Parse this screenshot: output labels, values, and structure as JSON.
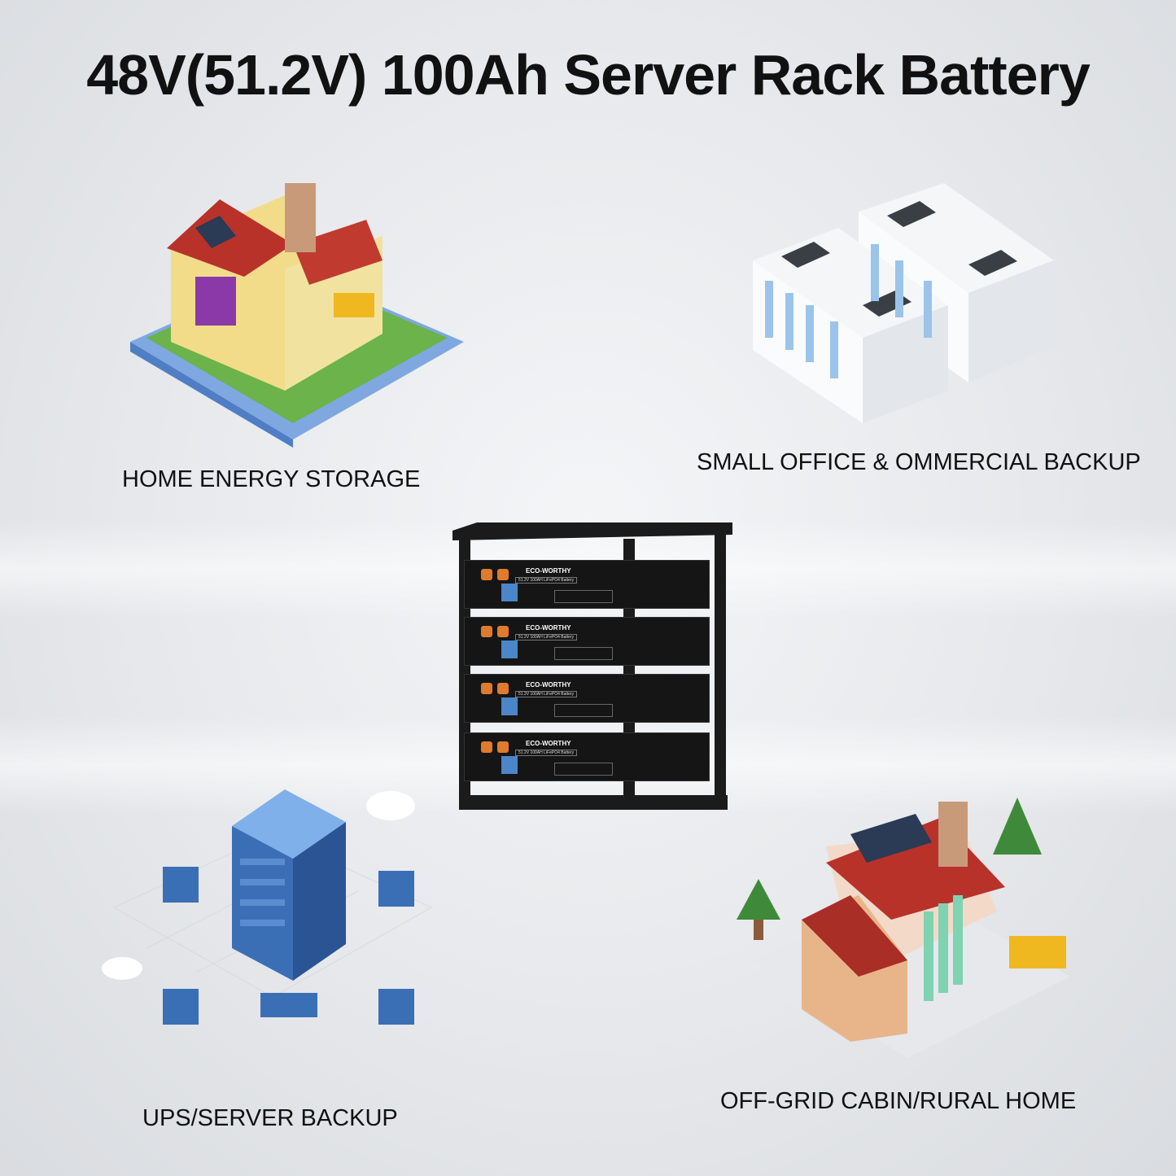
{
  "title": "48V(51.2V) 100Ah Server Rack Battery",
  "applications": [
    {
      "label": "HOME ENERGY STORAGE",
      "icon": "house-icon"
    },
    {
      "label": "SMALL OFFICE & OMMERCIAL BACKUP",
      "icon": "office-buildings-icon"
    },
    {
      "label": "UPS/SERVER BACKUP",
      "icon": "server-icon"
    },
    {
      "label": "OFF-GRID CABIN/RURAL HOME",
      "icon": "cabin-icon"
    }
  ],
  "product": {
    "brand": "ECO-WORTHY",
    "model_label": "51.2V 100AH LiFePO4 Battery",
    "module_count": 4
  },
  "colors": {
    "roof": "#b8322a",
    "server_blue": "#3b6fb5",
    "rack": "#1b1b1b",
    "terminal": "#e07a2c"
  }
}
